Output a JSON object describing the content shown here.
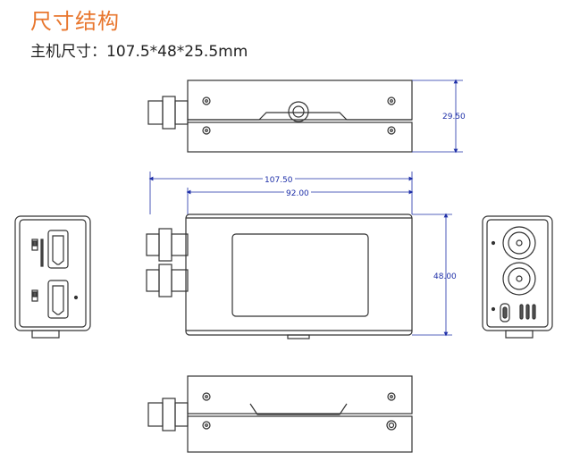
{
  "heading": "尺寸结构",
  "dimension_line": "主机尺寸：107.5*48*25.5mm",
  "dimensions": {
    "height_top": "29.50",
    "length_total": "107.50",
    "length_body": "92.00",
    "width": "48.00"
  },
  "colors": {
    "heading": "#e8762d",
    "dimension": "#1e2fa8",
    "outline": "#333333"
  }
}
